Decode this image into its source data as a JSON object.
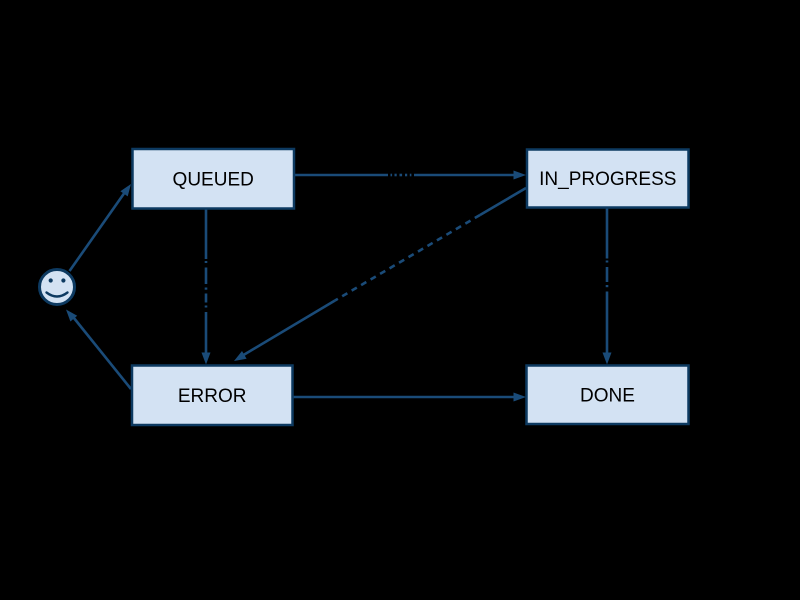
{
  "diagram": {
    "type": "state-diagram",
    "background_color": "#000000",
    "colors": {
      "node_fill": "#d3e2f3",
      "node_border": "#0d3a61",
      "edge": "#1a4b78",
      "node_text": "#000000"
    },
    "nodes": {
      "queued": {
        "label": "QUEUED"
      },
      "in_progress": {
        "label": "IN_PROGRESS"
      },
      "error": {
        "label": "ERROR"
      },
      "done": {
        "label": "DONE"
      }
    },
    "actor": {
      "icon": "smiley-face-icon"
    },
    "edges": [
      {
        "from": "actor",
        "to": "QUEUED"
      },
      {
        "from": "QUEUED",
        "to": "IN_PROGRESS"
      },
      {
        "from": "QUEUED",
        "to": "ERROR"
      },
      {
        "from": "IN_PROGRESS",
        "to": "ERROR"
      },
      {
        "from": "IN_PROGRESS",
        "to": "DONE"
      },
      {
        "from": "ERROR",
        "to": "DONE"
      },
      {
        "from": "ERROR",
        "to": "actor"
      }
    ]
  }
}
